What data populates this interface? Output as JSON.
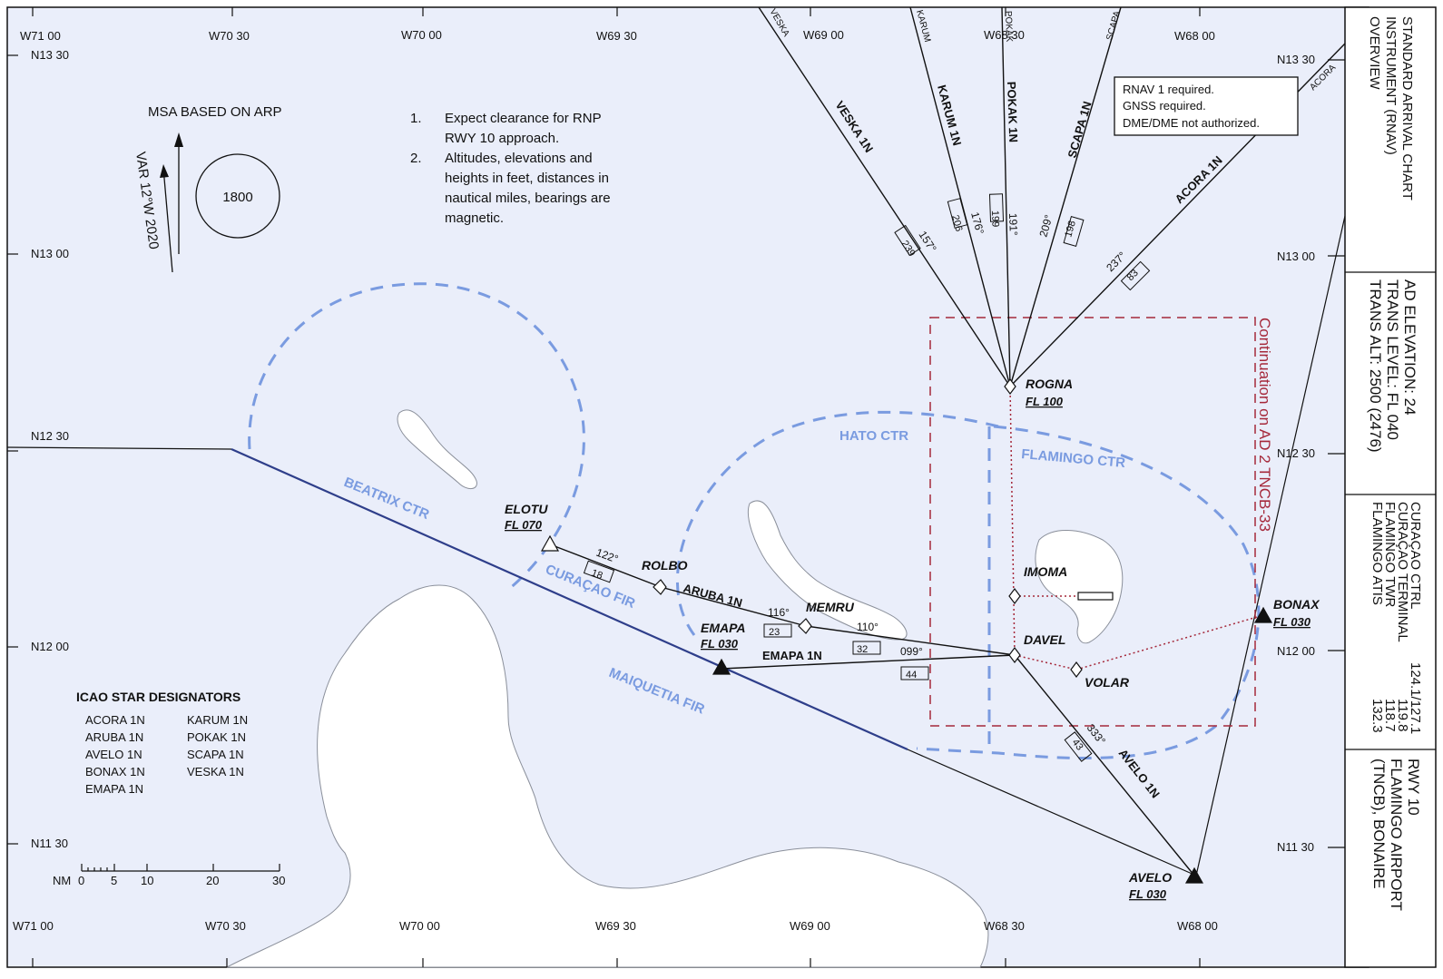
{
  "colors": {
    "sea": "#eaeefa",
    "land": "#ffffff",
    "airspace": "#7a9be0",
    "fir_line": "#2e3e8a",
    "continuation": "#a5283a",
    "route": "#111111"
  },
  "grid": {
    "lon_top": [
      "W71 00",
      "W70 30",
      "W70 00",
      "W69 30",
      "W69 00",
      "W68 30",
      "W68 00"
    ],
    "lon_bottom": [
      "W71 00",
      "W70 30",
      "W70 00",
      "W69 30",
      "W69 00",
      "W68 30",
      "W68 00"
    ],
    "lat_left": [
      "N13 30",
      "N13 00",
      "N12 30",
      "N12 00",
      "N11 30"
    ],
    "lat_right": [
      "N13 30",
      "N13 00",
      "N12 30",
      "N12 00",
      "N11 30"
    ]
  },
  "msa": {
    "title": "MSA BASED ON ARP",
    "value": "1800",
    "variation": "VAR 12°W 2020"
  },
  "notes": [
    {
      "num": "1.",
      "lines": [
        "Expect clearance for RNP",
        "RWY 10 approach."
      ]
    },
    {
      "num": "2.",
      "lines": [
        "Altitudes, elevations and",
        "heights in feet, distances in",
        "nautical miles, bearings are",
        "magnetic."
      ]
    }
  ],
  "rnav_box": [
    "RNAV 1 required.",
    "GNSS required.",
    "DME/DME not authorized."
  ],
  "airspaces": {
    "beatrix": "BEATRIX CTR",
    "curacao_fir": "CURAÇAO FIR",
    "maiquetia_fir": "MAIQUETIA FIR",
    "hato": "HATO CTR",
    "flamingo": "FLAMINGO CTR"
  },
  "continuation": "Continuation on AD 2 TNCB-33",
  "waypoints": {
    "elotu": {
      "name": "ELOTU",
      "fl": "FL 070"
    },
    "rolbo": {
      "name": "ROLBO"
    },
    "memru": {
      "name": "MEMRU"
    },
    "emapa": {
      "name": "EMAPA",
      "fl": "FL 030"
    },
    "rogna": {
      "name": "ROGNA",
      "fl": "FL 100"
    },
    "imoma": {
      "name": "IMOMA"
    },
    "davel": {
      "name": "DAVEL"
    },
    "volar": {
      "name": "VOLAR"
    },
    "bonax": {
      "name": "BONAX",
      "fl": "FL 030"
    },
    "avelo": {
      "name": "AVELO",
      "fl": "FL 030"
    }
  },
  "routes": {
    "veska": {
      "name": "VESKA 1N",
      "top": "VESKA",
      "bearing": "157°",
      "dist": "239"
    },
    "karum": {
      "name": "KARUM 1N",
      "top": "KARUM",
      "bearing": "176°",
      "dist": "206"
    },
    "pokak": {
      "name": "POKAK 1N",
      "top": "POKAK",
      "bearing": "191°",
      "dist": "199"
    },
    "scapa": {
      "name": "SCAPA 1N",
      "top": "SCAPA",
      "bearing": "209°",
      "dist": "198"
    },
    "acora": {
      "name": "ACORA 1N",
      "top": "ACORA",
      "bearing": "237°",
      "dist": "83"
    },
    "aruba": {
      "name": "ARUBA 1N",
      "bearing1": "122°",
      "dist1": "18",
      "bearing2": "116°",
      "dist2": "23",
      "bearing3": "110°",
      "dist3": "32"
    },
    "emapa": {
      "name": "EMAPA 1N",
      "bearing": "099°",
      "dist": "44"
    },
    "avelo": {
      "name": "AVELO 1N",
      "bearing": "333°",
      "dist": "43"
    }
  },
  "designators": {
    "title": "ICAO STAR DESIGNATORS",
    "col1": [
      "ACORA 1N",
      "ARUBA 1N",
      "AVELO 1N",
      "BONAX 1N",
      "EMAPA 1N"
    ],
    "col2": [
      "KARUM 1N",
      "POKAK 1N",
      "SCAPA 1N",
      "VESKA 1N"
    ]
  },
  "scale": {
    "unit": "NM",
    "ticks": [
      "0",
      "5",
      "10",
      "20",
      "30"
    ]
  },
  "side_panel": {
    "title": [
      "STANDARD ARRIVAL CHART",
      "INSTRUMENT (RNAV)",
      "OVERVIEW"
    ],
    "ad": [
      "AD ELEVATION: 24",
      "TRANS LEVEL: FL 040",
      "TRANS ALT: 2500 (2476)"
    ],
    "freq_names": [
      "CURAÇAO CTRL",
      "CURAÇAO TERMINAL",
      "FLAMINGO TWR",
      "FLAMINGO ATIS"
    ],
    "freq_values": [
      "124.1/127.1",
      "119.8",
      "118.7",
      "132.3"
    ],
    "airport": [
      "RWY 10",
      "FLAMINGO AIRPORT",
      "(TNCB), BONAIRE"
    ]
  }
}
